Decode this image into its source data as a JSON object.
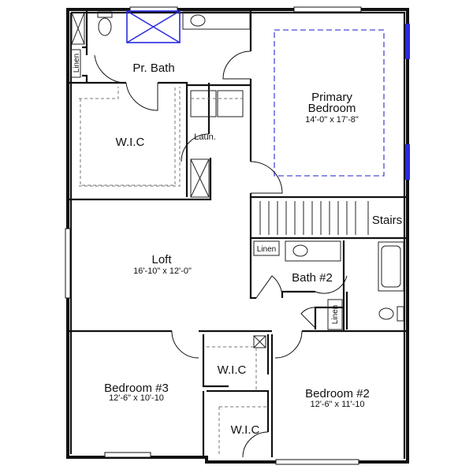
{
  "rooms": {
    "primary_bath": {
      "name": "Pr. Bath"
    },
    "primary_wic": {
      "name": "W.I.C"
    },
    "laundry": {
      "name": "Laun."
    },
    "primary_bedroom": {
      "name_line1": "Primary",
      "name_line2": "Bedroom",
      "size": "14'-0\" x 17'-8\""
    },
    "stairs": {
      "name": "Stairs"
    },
    "loft": {
      "name": "Loft",
      "size": "16'-10\" x 12'-0\""
    },
    "bath2": {
      "name": "Bath #2"
    },
    "linen_bath": {
      "name": "Linen"
    },
    "linen_bath2_top": {
      "name": "Linen"
    },
    "linen_bath2_side": {
      "name": "Linen"
    },
    "bedroom3": {
      "name": "Bedroom #3",
      "size": "12'-6\" x 10'-10"
    },
    "wic3": {
      "name": "W.I.C"
    },
    "bedroom2": {
      "name": "Bedroom #2",
      "size": "12'-6\" x 11'-10"
    },
    "wic2": {
      "name": "W.I.C"
    }
  },
  "colors": {
    "walls": "#111111",
    "shower_fixture": "#2a2ae0",
    "tray_ceiling": "#4a4ad8"
  }
}
